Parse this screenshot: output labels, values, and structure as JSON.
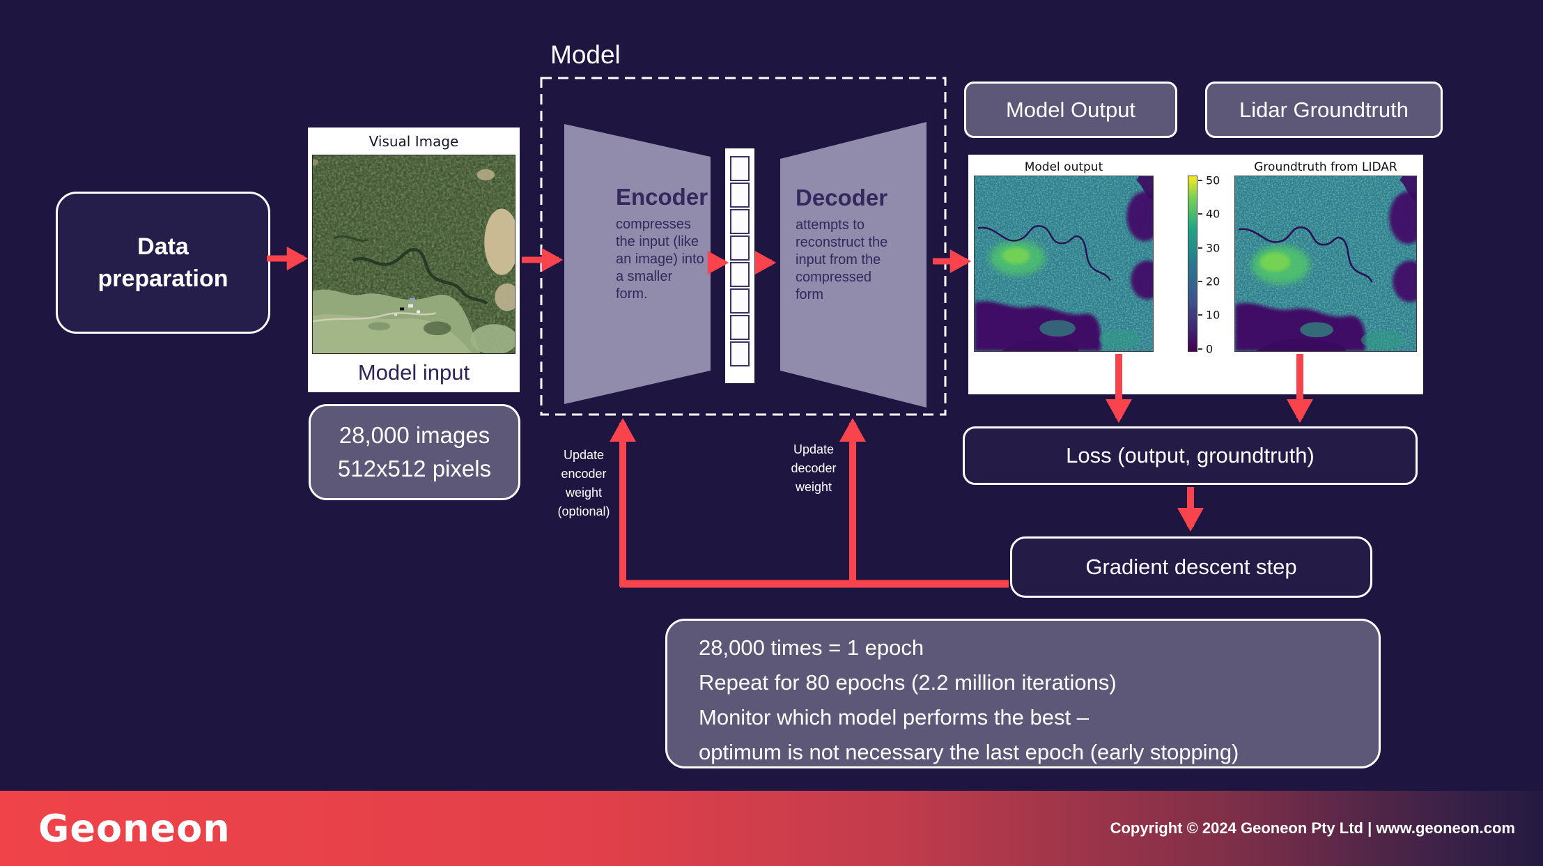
{
  "colors": {
    "background": "#1e1540",
    "arrow_red": "#f9444e",
    "panel_purple": "#5e5878",
    "dark_box": "#241c47",
    "trapezoid_purple": "#918bac",
    "trapezoid_text": "#33295c",
    "footer_gradient_left": "#ef4349",
    "footer_gradient_right": "#241a41"
  },
  "pipeline": {
    "data_preparation_label": "Data\npreparation",
    "input_panel": {
      "title": "Visual Image",
      "caption": "Model input"
    },
    "dataset_box": "28,000 images\n512x512 pixels",
    "model": {
      "label": "Model",
      "encoder_title": "Encoder",
      "encoder_desc": "compresses\nthe input (like\nan image) into\na smaller\nform.",
      "decoder_title": "Decoder",
      "decoder_desc": "attempts to\nreconstruct the\ninput from the\ncompressed\nform"
    },
    "update_encoder_label": "Update\nencoder\nweight\n(optional)",
    "update_decoder_label": "Update\ndecoder\nweight",
    "model_output_label": "Model Output",
    "lidar_groundtruth_label": "Lidar Groundtruth",
    "loss_label": "Loss (output, groundtruth)",
    "gradient_step_label": "Gradient descent step",
    "training_notes": [
      "28,000 times = 1 epoch",
      "Repeat for 80 epochs (2.2 million iterations)",
      "Monitor which model performs the best –",
      "optimum is not necessary the last epoch (early stopping)"
    ]
  },
  "comparison_panel": {
    "left_title": "Model output",
    "right_title": "Groundtruth from LIDAR",
    "colorbar_ticks": [
      "50",
      "40",
      "30",
      "20",
      "10",
      "0"
    ],
    "colorbar_range": [
      0,
      50
    ]
  },
  "footer": {
    "logo_text": "Geoneon",
    "copyright": "Copyright © 2024 Geoneon Pty Ltd | www.geoneon.com"
  }
}
